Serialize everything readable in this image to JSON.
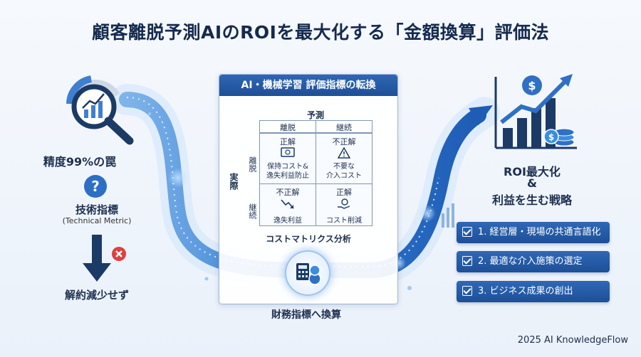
{
  "title": "顧客離脱予測AIのROIを最大化する「金額換算」評価法",
  "left": {
    "accuracy_trap": "精度99%の罠",
    "tech_metric": "技術指標",
    "tech_metric_en": "(Technical Metric)",
    "question_mark": "?",
    "churn_not_reduced": "解約減少せず"
  },
  "panel": {
    "header": "AI・機械学習 評価指標の転換",
    "predicted_label": "予測",
    "actual_label": "実際",
    "col_churn": "離脱",
    "col_stay": "継続",
    "row_churn": "離脱",
    "row_stay": "継続",
    "cells": {
      "tp_title": "正解",
      "tp_desc1": "保持コスト&",
      "tp_desc2": "逸失利益防止",
      "fp_title": "不正解",
      "fp_desc1": "不要な",
      "fp_desc2": "介入コスト",
      "fn_title": "不正解",
      "fn_desc": "逸失利益",
      "tn_title": "正解",
      "tn_desc": "コスト削減"
    },
    "caption": "コストマトリクス分析"
  },
  "financial_conversion": "財務指標へ換算",
  "right": {
    "roi_line1": "ROI最大化",
    "roi_amp": "&",
    "roi_line2": "利益を生む戦略",
    "items": [
      "1. 経営層・現場の共通言語化",
      "2. 最適な介入施策の選定",
      "3. ビジネス成果の創出"
    ]
  },
  "footer": "2025 AI KnowledgeFlow",
  "colors": {
    "primary": "#1e4f97",
    "accent": "#3a8ee0",
    "alert": "#e04040",
    "dark": "#152a4e"
  }
}
